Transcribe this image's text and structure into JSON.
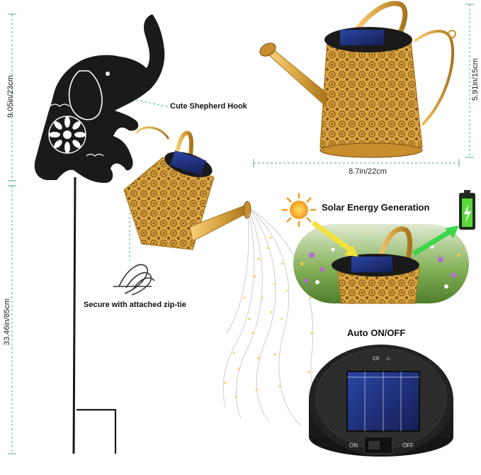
{
  "dimensions": {
    "head_height": "9.05in/23cm",
    "stake_height": "33.46in/85cm",
    "can_height": "5.91in/15cm",
    "can_width": "8.7in/22cm"
  },
  "callouts": {
    "hook": "Cute Shepherd Hook",
    "ziptie": "Secure with attached zip-tie",
    "solar": "Solar Energy Generation",
    "auto": "Auto ON/OFF"
  },
  "switch": {
    "on": "ON",
    "off": "OFF"
  },
  "colors": {
    "gold": "#d9a441",
    "gold_dark": "#a8741d",
    "silhouette": "#1a1a1a",
    "dim_line": "#4cae8c",
    "arrow_yellow": "#f2e23a",
    "arrow_green": "#3ed64a",
    "panel_blue": "#1d2f78"
  },
  "icons": [
    "elephant-silhouette",
    "watering-can",
    "sun-icon",
    "battery-icon",
    "zip-tie-icon",
    "solar-panel"
  ]
}
